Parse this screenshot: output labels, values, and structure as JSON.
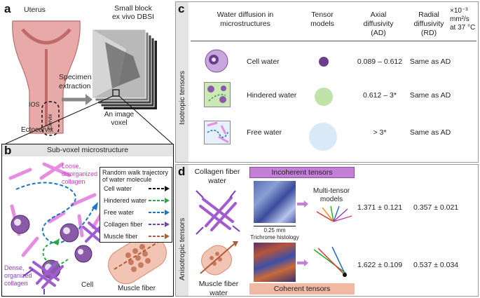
{
  "colors": {
    "cell_dot": "#6b3d8c",
    "hindered_dot": "#bfe3a8",
    "free_dot": "#d9e9f7",
    "incoherent_band": "#c47fd8",
    "coherent_band": "#f0b9a4",
    "collagen": "#e58ee0",
    "hindered_arrow": "#2aa84a",
    "free_arrow": "#1a76c4",
    "collagen_arrow": "#7a3fb5",
    "muscle_arrow": "#b35a3a"
  },
  "panel_a": {
    "letter": "a",
    "uterus": "Uterus",
    "small_block_line1": "Small block",
    "small_block_line2": "ex vivo DBSI",
    "ios": "IOS",
    "cervix": "Cervix",
    "specimen_line1": "Specimen",
    "specimen_line2": "extraction",
    "ectocervix": "Ectocervix",
    "voxel_line1": "An image",
    "voxel_line2": "voxel"
  },
  "panel_b": {
    "letter": "b",
    "title": "Sub-voxel microstructure",
    "loose_line1": "Loose,",
    "loose_line2": "disorganized",
    "loose_line3": "collagen",
    "dense_line1": "Dense,",
    "dense_line2": "organized",
    "dense_line3": "collagen",
    "cell": "Cell",
    "muscle_fiber": "Muscle fiber",
    "legend": {
      "title_line1": "Random walk trajectory",
      "title_line2": "of water molecule",
      "items": [
        {
          "label": "Cell water"
        },
        {
          "label": "Hindered water"
        },
        {
          "label": "Free water"
        },
        {
          "label": "Collagen fiber"
        },
        {
          "label": "Muscle fiber"
        }
      ]
    }
  },
  "panel_c": {
    "letter": "c",
    "col_headers": {
      "diffusion_line1": "Water diffusion in",
      "diffusion_line2": "microstructures",
      "tensor_line1": "Tensor",
      "tensor_line2": "models",
      "axial_line1": "Axial",
      "axial_line2": "diffusivity",
      "axial_line3": "(AD)",
      "radial_line1": "Radial",
      "radial_line2": "diffusivity",
      "radial_line3": "(RD)",
      "unit_line1": "×10⁻³",
      "unit_line2": "mm²/s",
      "unit_line3": "at 37 °C"
    },
    "side_label": "Isotropic tensors",
    "rows": [
      {
        "label": "Cell water",
        "ad": "0.089 – 0.612",
        "rd": "Same as AD"
      },
      {
        "label": "Hindered water",
        "ad": "0.612 – 3*",
        "rd": "Same as AD"
      },
      {
        "label": "Free water",
        "ad": "> 3*",
        "rd": "Same as AD"
      }
    ]
  },
  "panel_d": {
    "letter": "d",
    "side_label": "Anisotropic tensors",
    "collagen_line1": "Collagen fiber",
    "collagen_line2": "water",
    "muscle_line1": "Muscle fiber",
    "muscle_line2": "water",
    "incoherent": "Incoherent tensors",
    "coherent": "Coherent tensors",
    "scale": "0.25 mm",
    "histology": "Trichrome histology",
    "multi_line1": "Multi-tensor",
    "multi_line2": "models",
    "rows": [
      {
        "ad": "1.371 ± 0.121",
        "rd": "0.357 ± 0.021"
      },
      {
        "ad": "1.622 ± 0.109",
        "rd": "0.537 ± 0.034"
      }
    ]
  }
}
